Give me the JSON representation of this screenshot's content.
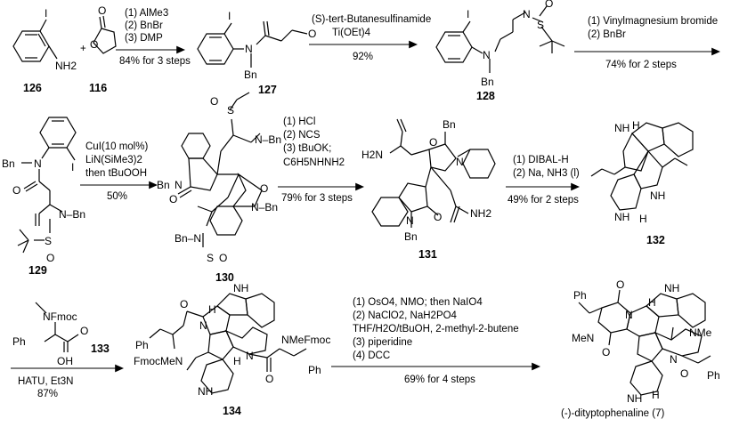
{
  "scheme": {
    "compounds": {
      "c126": "126",
      "c116": "116",
      "c127": "127",
      "c128": "128",
      "c129": "129",
      "c130": "130",
      "c131": "131",
      "c132": "132",
      "c133": "133",
      "c134": "134",
      "product": "(-)-dityptophenaline (7)"
    },
    "steps": [
      {
        "lines": [
          "(1) AlMe3",
          "(2) BnBr",
          "(3) DMP"
        ],
        "yield": "84% for 3 steps"
      },
      {
        "lines": [
          "(S)-tert-Butanesulfinamide",
          "Ti(OEt)4"
        ],
        "yield": "92%"
      },
      {
        "lines": [
          "(1) Vinylmagnesium bromide",
          "(2) BnBr"
        ],
        "yield": "74% for 2 steps"
      },
      {
        "lines": [
          "CuI(10 mol%)",
          "LiN(SiMe3)2",
          "then tBuOOH"
        ],
        "yield": "50%"
      },
      {
        "lines": [
          "(1) HCl",
          "(2) NCS",
          "(3) tBuOK;",
          "C6H5NHNH2"
        ],
        "yield": "79% for 3 steps"
      },
      {
        "lines": [
          "(1) DIBAL-H",
          "(2) Na, NH3 (l)"
        ],
        "yield": "49% for 2 steps"
      },
      {
        "lines": [
          "HATU, Et3N"
        ],
        "yield": "87%"
      },
      {
        "lines": [
          "(1) OsO4, NMO; then NaIO4",
          "(2) NaClO2, NaH2PO4",
          "THF/H2O/tBuOH, 2-methyl-2-butene",
          "(3) piperidine",
          "(4) DCC"
        ],
        "yield": "69% for 4 steps"
      }
    ],
    "atoms": {
      "I": "I",
      "NH2": "NH2",
      "O": "O",
      "N": "N",
      "Bn": "Bn",
      "BnN": "Bn–N",
      "NBn": "N–Bn",
      "S": "S",
      "H2N": "H2N",
      "NH": "NH",
      "H": "H",
      "Ph": "Ph",
      "NFmoc": "NFmoc",
      "OH": "OH",
      "FmocMeN": "FmocMeN",
      "NMeFmoc": "NMeFmoc",
      "MeN": "MeN",
      "NMe": "NMe",
      "plus": "+"
    }
  }
}
